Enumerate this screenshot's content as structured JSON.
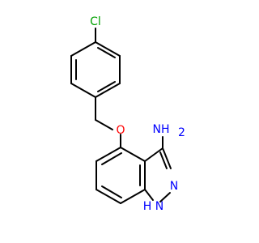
{
  "molecule": {
    "atoms": {
      "chlorine": {
        "text": "Cl",
        "color": "#00a000"
      },
      "oxygen": {
        "text": "O",
        "color": "#ff0000"
      },
      "amine": {
        "text": "NH",
        "subscript": "2",
        "color": "#0000ff"
      },
      "ring_n": {
        "text": "N",
        "color": "#0000ff"
      },
      "ring_nh": {
        "text": "N",
        "h": "H",
        "color": "#0000ff"
      }
    }
  }
}
